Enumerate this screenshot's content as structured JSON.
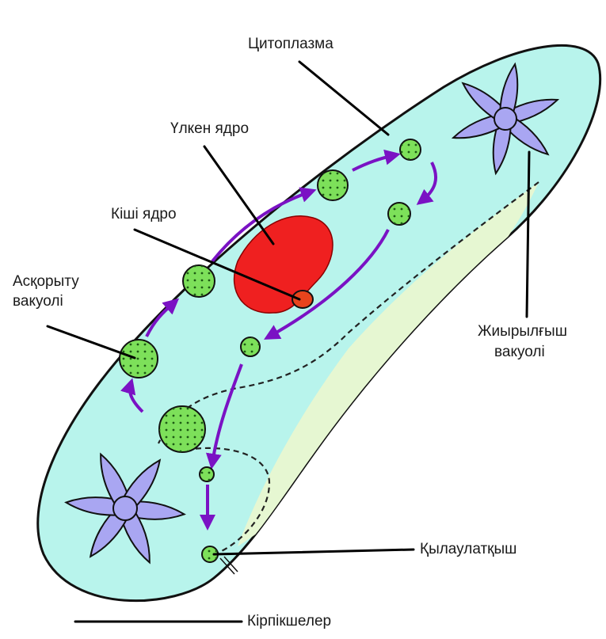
{
  "labels": {
    "cytoplasm": "Цитоплазма",
    "macronucleus": "Үлкен ядро",
    "micronucleus": "Кіші ядро",
    "digestive_vacuole_line1": "Асқорыту",
    "digestive_vacuole_line2": "вакуолі",
    "contractile_vacuole_line1": "Жиырылғыш",
    "contractile_vacuole_line2": "вакуолі",
    "anal_pore": "Қылаулатқыш",
    "cilia": "Кірпікшелер"
  },
  "colors": {
    "cytoplasm_fill": "#b8f4ec",
    "oral_groove_fill": "#e6f7d2",
    "macronucleus_fill": "#ef2020",
    "micronucleus_fill": "#e8441c",
    "vacuole_fill": "#7de05a",
    "contractile_vacuole_fill": "#a9a6f2",
    "arrow_color": "#7a12c4",
    "leader_line": "#000000"
  }
}
